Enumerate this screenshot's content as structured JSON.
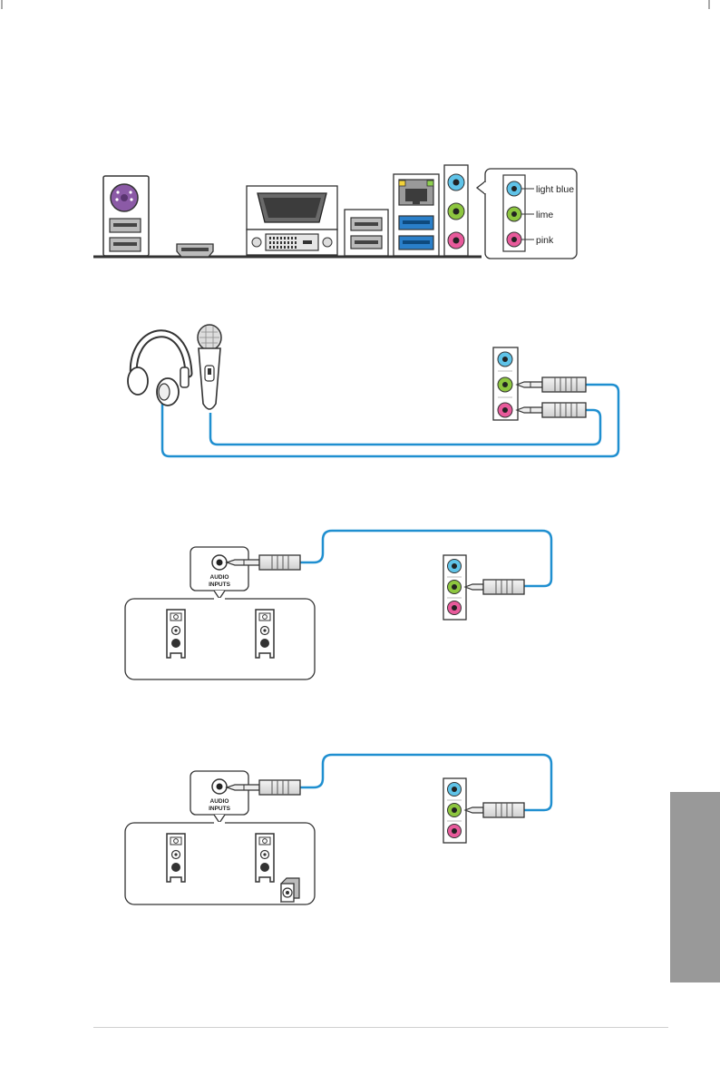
{
  "legend": {
    "items": [
      {
        "label": "light blue",
        "color": "#5fc3e8",
        "icon": "audio-jack-light-blue-icon"
      },
      {
        "label": "lime",
        "color": "#8dc63f",
        "icon": "audio-jack-lime-icon"
      },
      {
        "label": "pink",
        "color": "#e85a9b",
        "icon": "audio-jack-pink-icon"
      }
    ]
  },
  "speaker_setup_2ch": {
    "audio_inputs_label_line1": "AUDIO",
    "audio_inputs_label_line2": "INPUTS"
  },
  "speaker_setup_21ch": {
    "audio_inputs_label_line1": "AUDIO",
    "audio_inputs_label_line2": "INPUTS"
  },
  "colors": {
    "jack_blue": "#5fc3e8",
    "jack_lime": "#8dc63f",
    "jack_pink": "#e85a9b",
    "cable_blue": "#1f8fd0",
    "side_tab_gray": "#999999"
  }
}
